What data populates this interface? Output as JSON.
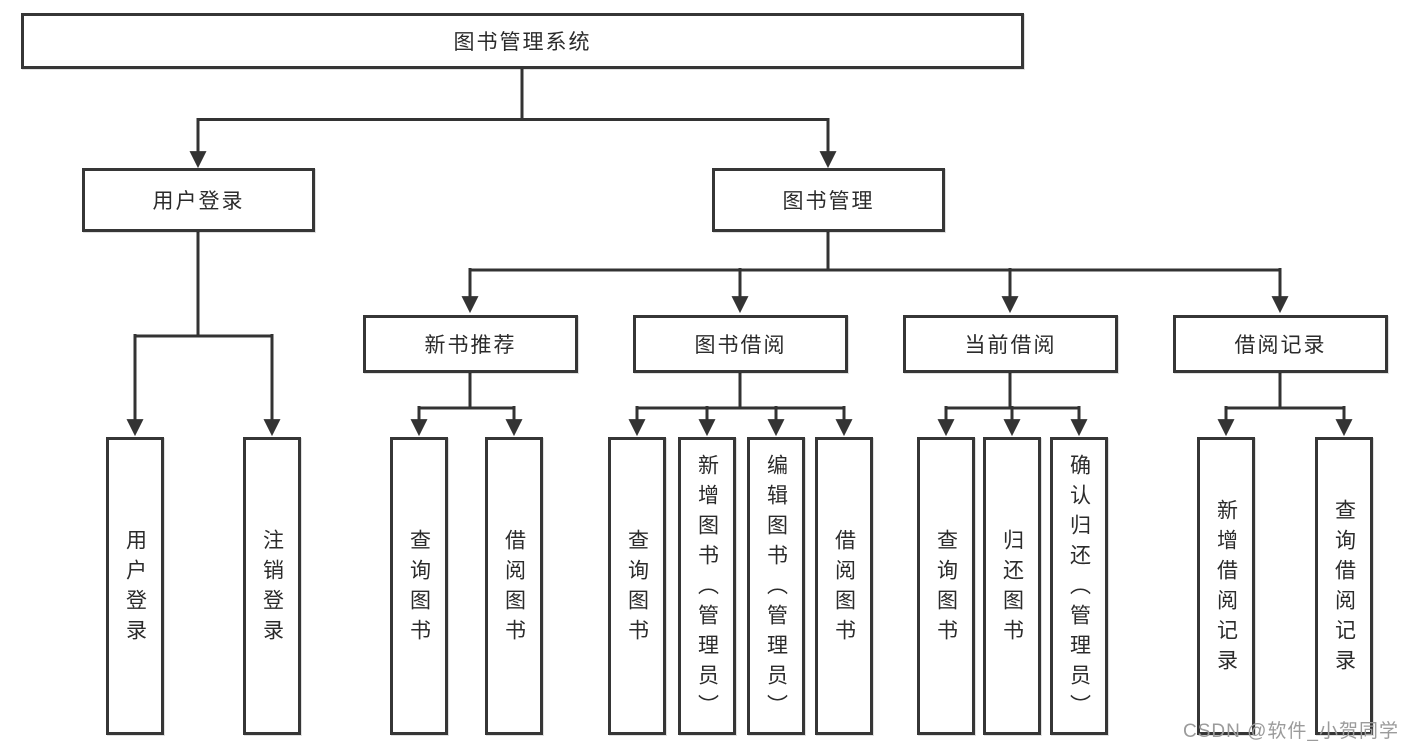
{
  "diagram_title": "图书管理系统",
  "watermark": "CSDN @软件_小贺同学",
  "colors": {
    "background": "#ffffff",
    "line": "#333333",
    "box_border": "#363636",
    "text": "#2b2b2b",
    "watermark": "#9b9b9b"
  },
  "tree": {
    "root": "图书管理系统",
    "branches": [
      {
        "label": "用户登录",
        "leaves": [
          "用户登录",
          "注销登录"
        ]
      },
      {
        "label": "图书管理",
        "children": [
          {
            "label": "新书推荐",
            "leaves": [
              "查询图书",
              "借阅图书"
            ]
          },
          {
            "label": "图书借阅",
            "leaves": [
              "查询图书",
              "新增图书（管理员）",
              "编辑图书（管理员）",
              "借阅图书"
            ]
          },
          {
            "label": "当前借阅",
            "leaves": [
              "查询图书",
              "归还图书",
              "确认归还（管理员）"
            ]
          },
          {
            "label": "借阅记录",
            "leaves": [
              "新增借阅记录",
              "查询借阅记录"
            ]
          }
        ]
      }
    ]
  }
}
